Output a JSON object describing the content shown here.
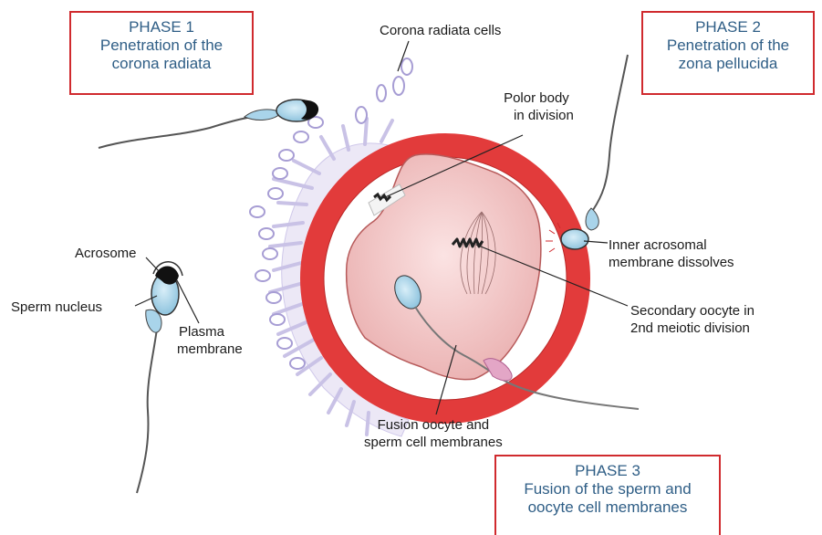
{
  "phases": [
    {
      "title": "PHASE 1",
      "lines": [
        "Penetration of the",
        "corona radiata"
      ]
    },
    {
      "title": "PHASE 2",
      "lines": [
        "Penetration of the",
        "zona pellucida"
      ]
    },
    {
      "title": "PHASE 3",
      "lines": [
        "Fusion of the sperm and",
        "oocyte cell membranes"
      ]
    }
  ],
  "labels": {
    "corona_radiata_cells": "Corona radiata cells",
    "polar_body": [
      "Polor body",
      "in division"
    ],
    "inner_acrosomal": [
      "Inner acrosomal",
      "membrane dissolves"
    ],
    "secondary_oocyte": [
      "Secondary oocyte in",
      "2nd meiotic division"
    ],
    "fusion": [
      "Fusion oocyte and",
      "sperm cell membranes"
    ],
    "acrosome": "Acrosome",
    "sperm_nucleus": "Sperm nucleus",
    "plasma_membrane": [
      "Plasma",
      "membrane"
    ]
  },
  "colors": {
    "phase_border": "#d02a2e",
    "phase_text": "#2f5e86",
    "zona_pellucida": "#e23b3b",
    "oocyte_cytoplasm": "#f2c6c6",
    "corona_cells": "#c9c2e6",
    "sperm_head": "#a9d4ea"
  }
}
